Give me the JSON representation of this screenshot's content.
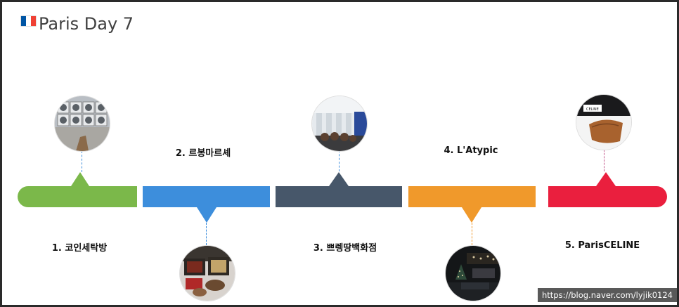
{
  "title": {
    "flag": [
      "#0055A4",
      "#FFFFFF",
      "#EF4135"
    ],
    "text": "Paris Day 7"
  },
  "colors": {
    "green": "#7BB84A",
    "blue": "#3D8EDC",
    "slate": "#47576A",
    "orange": "#F0992B",
    "red": "#EA1F3E"
  },
  "stops": [
    {
      "label": "1. 코인세탁방",
      "photo": "laundromat washing machines"
    },
    {
      "label": "2. 르봉마르셰",
      "photo": "food boxes on table"
    },
    {
      "label": "3. 쁘렝땅백화점",
      "photo": "people in department store"
    },
    {
      "label": "4. L'Atypic",
      "photo": "dark bar interior"
    },
    {
      "label": "5. ParisCELINE",
      "photo": "brown CELINE handbag"
    }
  ],
  "watermark": "https://blog.naver.com/lyjik0124"
}
